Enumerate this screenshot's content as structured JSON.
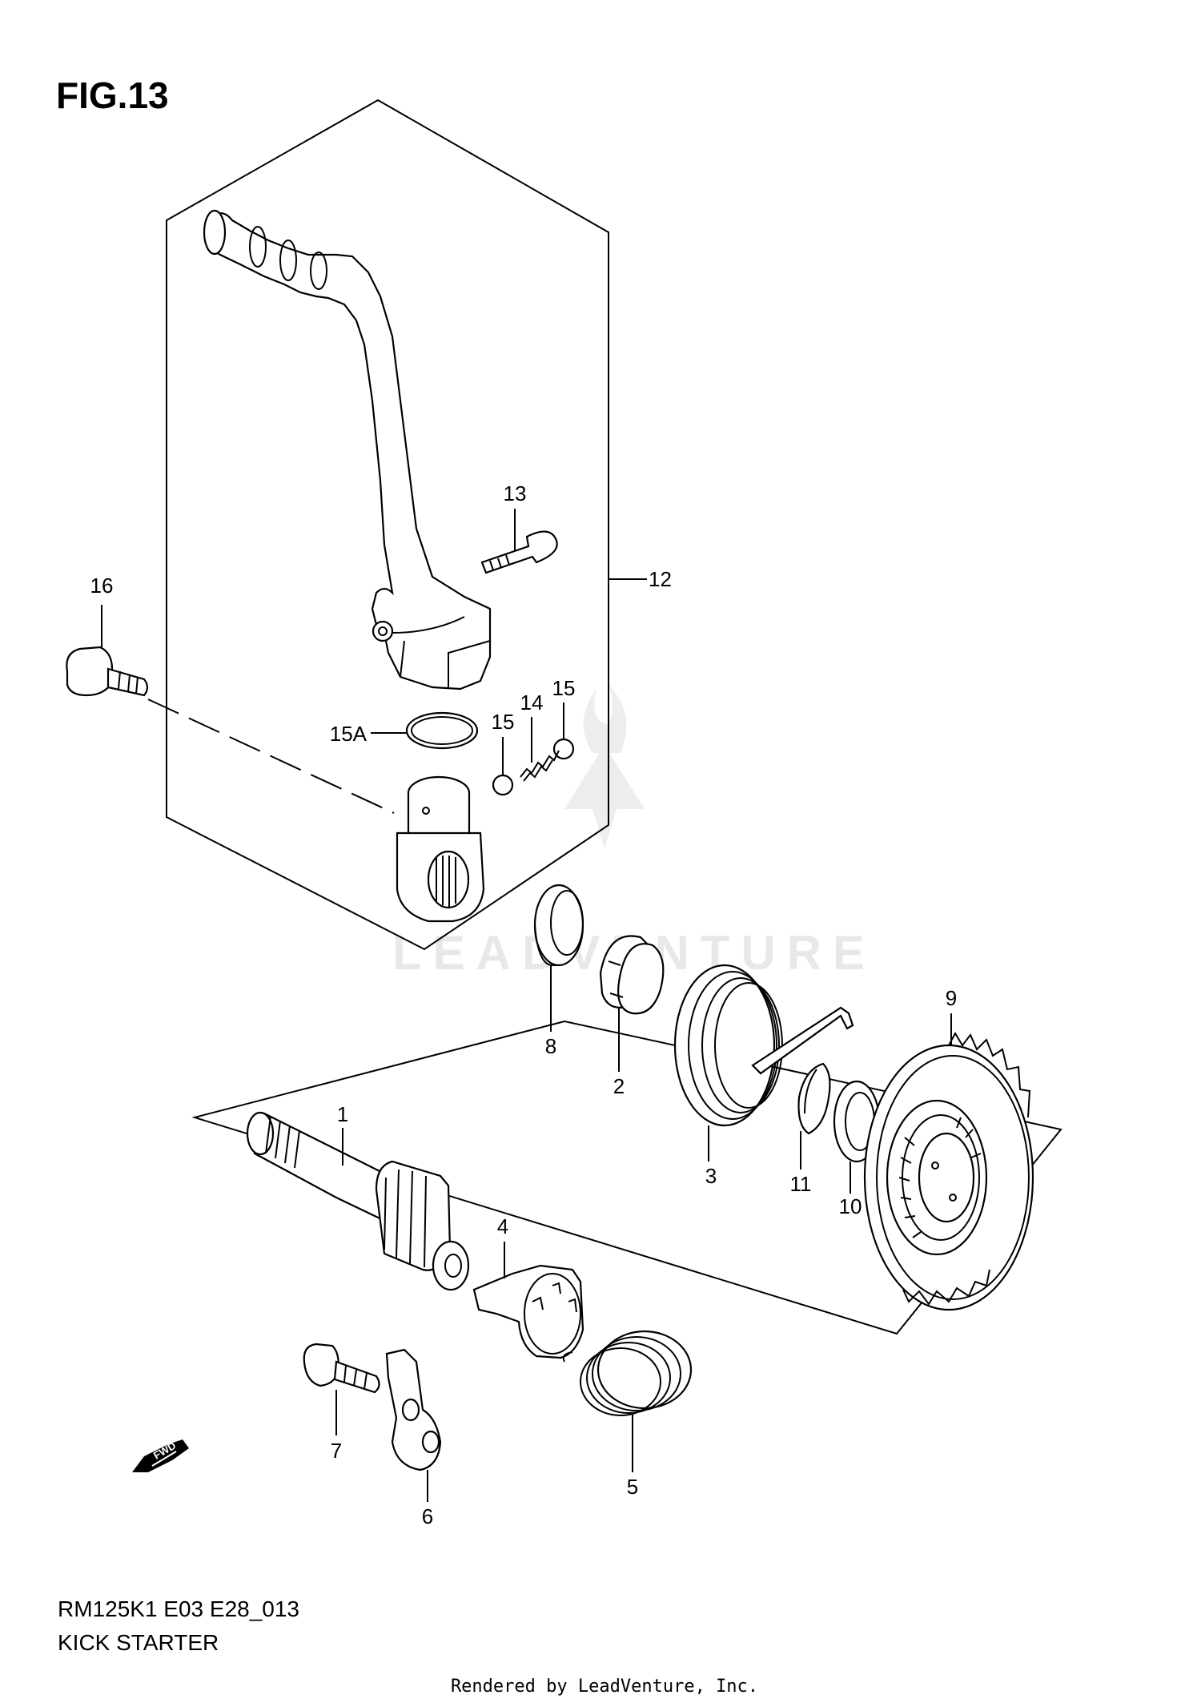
{
  "figure": {
    "title": "FIG.13",
    "code": "RM125K1 E03 E28_013",
    "name": "KICK STARTER",
    "render_note": "Rendered by LeadVenture, Inc.",
    "watermark": "LEADVENTURE"
  },
  "callouts": [
    "1",
    "2",
    "3",
    "4",
    "5",
    "6",
    "7",
    "8",
    "9",
    "10",
    "11",
    "12",
    "13",
    "14",
    "15",
    "15",
    "15A",
    "16"
  ],
  "fwd_label": "FWD"
}
